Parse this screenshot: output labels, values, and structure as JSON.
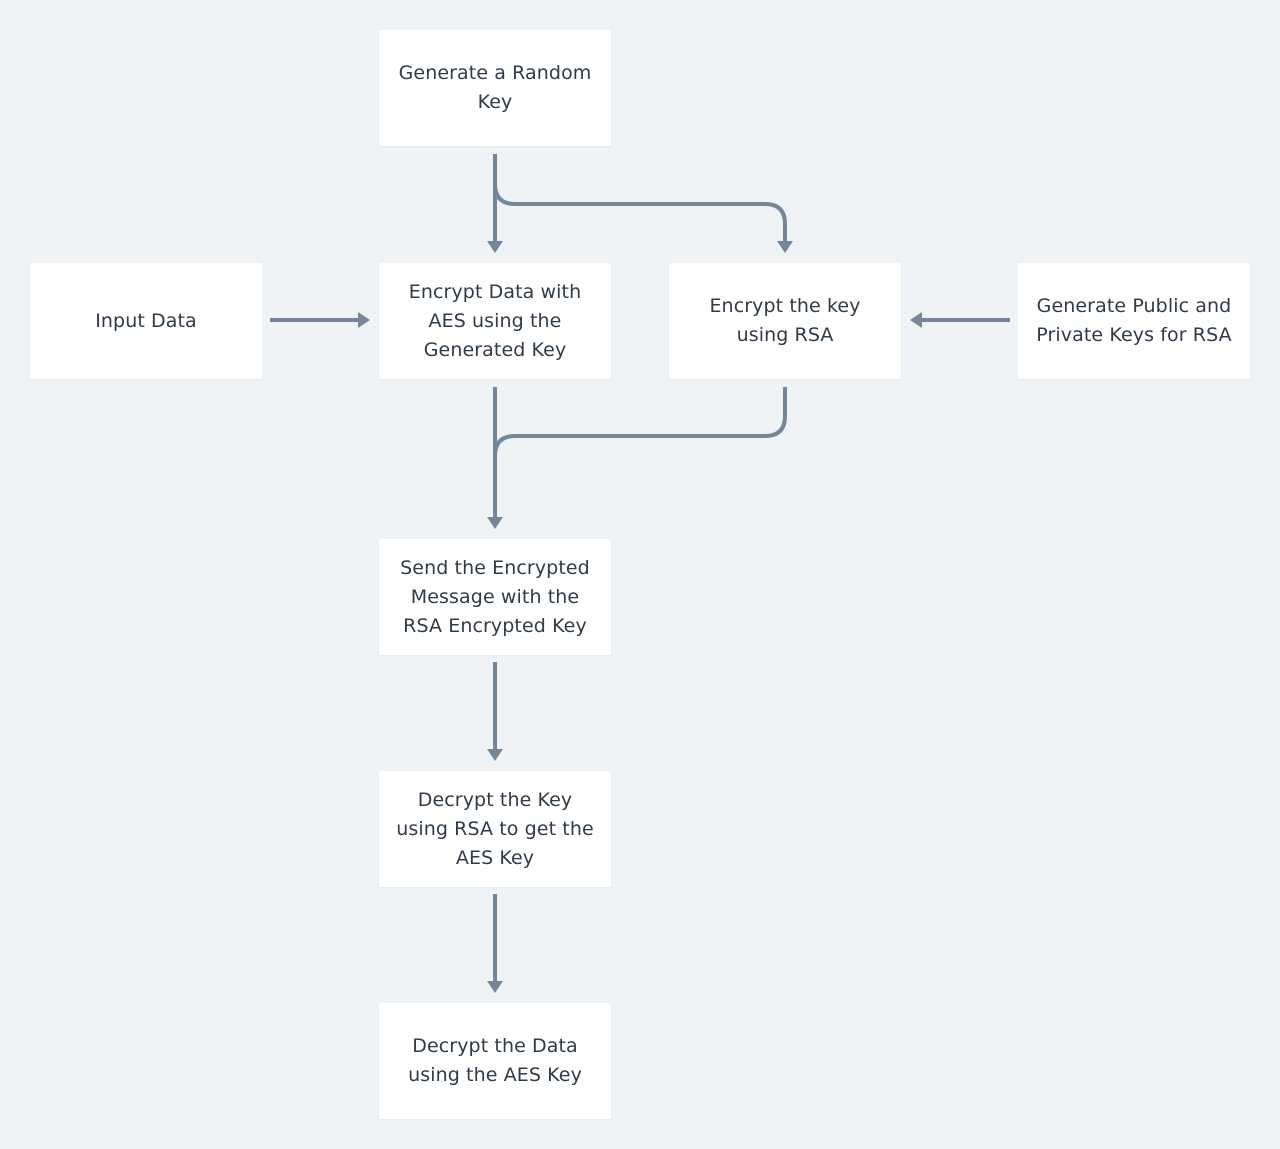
{
  "diagram": {
    "nodes": {
      "generate_random_key": "Generate a Random Key",
      "input_data": "Input Data",
      "encrypt_data_aes": "Encrypt Data with AES using the Generated Key",
      "encrypt_key_rsa": "Encrypt the key using RSA",
      "generate_rsa_keys": "Generate Public and Private Keys for RSA",
      "send_encrypted_message": "Send the Encrypted Message with the RSA Encrypted Key",
      "decrypt_key_rsa": "Decrypt the Key using RSA to get the AES Key",
      "decrypt_data_aes": "Decrypt the Data using the AES Key"
    },
    "edges": [
      {
        "from": "generate_random_key",
        "to": "encrypt_data_aes"
      },
      {
        "from": "generate_random_key",
        "to": "encrypt_key_rsa"
      },
      {
        "from": "input_data",
        "to": "encrypt_data_aes"
      },
      {
        "from": "generate_rsa_keys",
        "to": "encrypt_key_rsa"
      },
      {
        "from": "encrypt_data_aes",
        "to": "send_encrypted_message"
      },
      {
        "from": "encrypt_key_rsa",
        "to": "send_encrypted_message"
      },
      {
        "from": "send_encrypted_message",
        "to": "decrypt_key_rsa"
      },
      {
        "from": "decrypt_key_rsa",
        "to": "decrypt_data_aes"
      }
    ],
    "colors": {
      "background": "#eff3f6",
      "node_fill": "#ffffff",
      "edge": "#74879a",
      "text": "#2f3b48"
    }
  }
}
